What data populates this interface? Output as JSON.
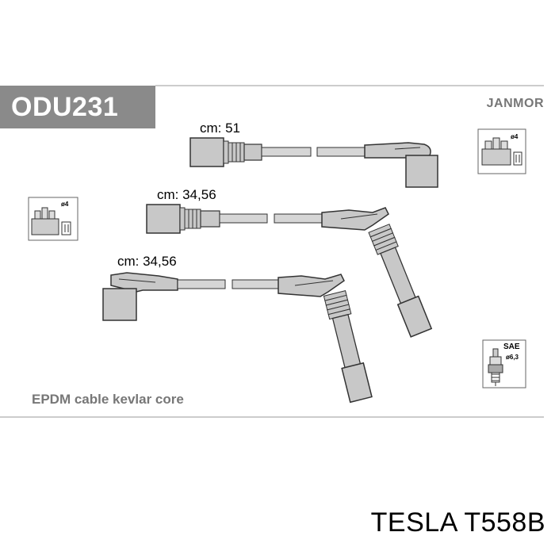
{
  "header": {
    "part_code": "ODU231",
    "brand": "JANMOR"
  },
  "cables": [
    {
      "length_label": "cm: 51"
    },
    {
      "length_label": "cm: 34,56"
    },
    {
      "length_label": "cm: 34,56"
    }
  ],
  "icons": {
    "distributor_cap_right": {
      "name": "distributor-cap-icon",
      "label": "ø4"
    },
    "distributor_cap_left": {
      "name": "distributor-cap-icon",
      "label": "ø4"
    },
    "spark_plug": {
      "name": "spark-plug-icon",
      "label_top": "SAE",
      "label_side": "ø6,3"
    }
  },
  "footer": {
    "material_note": "EPDM cable kevlar core"
  },
  "caption": {
    "title": "TESLA T558B"
  },
  "colors": {
    "label_gray": "#8a8a8a",
    "text_gray": "#777777",
    "line_gray": "#999999",
    "part_fill": "#c8c8c8",
    "stroke": "#333333"
  }
}
